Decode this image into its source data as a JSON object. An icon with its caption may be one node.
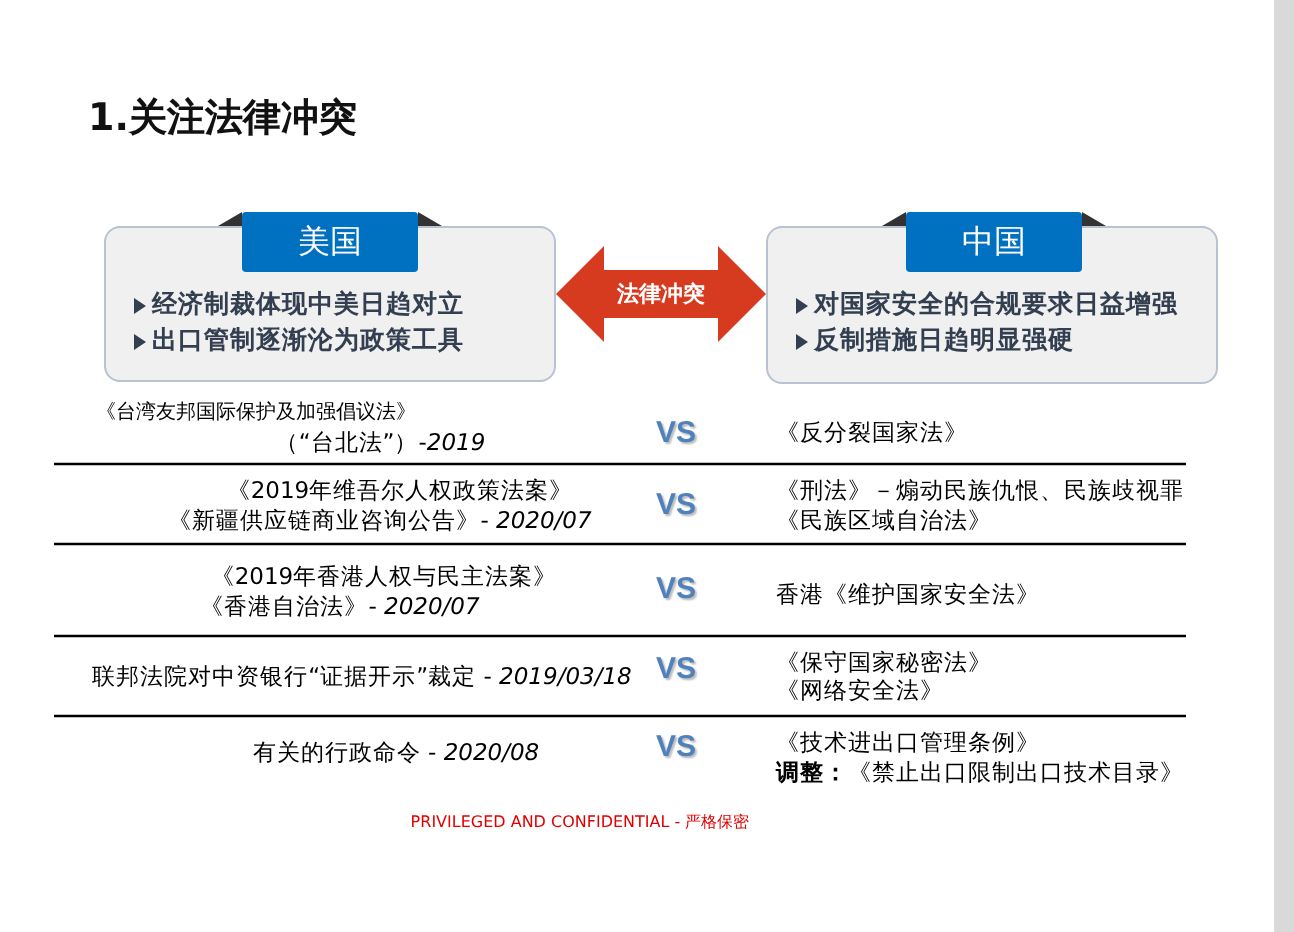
{
  "diagram": {
    "title": "1.关注法律冲突",
    "nodes": [
      {
        "text": [
          "美国",
          "经济制裁体现中美日趋对立",
          "出口管制逐渐沦为政策工具"
        ]
      },
      {
        "text": [
          "中国",
          "对国家安全的合规要求日益增强",
          "反制措施日趋明显强硬"
        ]
      }
    ],
    "edges": [
      {
        "from": 0,
        "to": 1,
        "arrow": "both",
        "label": "法律冲突",
        "style": "thick",
        "color": "#d63b1f"
      }
    ],
    "labels": [
      "《台湾友邦国际保护及加强倡议法》",
      "（“台北法”）-*2019*",
      "VS",
      "《反分裂国家法》",
      "《2019年维吾尔人权政策法案》",
      "《新疆供应链商业咨询公告》- *2020/07*",
      "VS",
      "《刑法》－煽动民族仇恨、民族歧视罪",
      "《民族区域自治法》",
      "《2019年香港人权与民主法案》",
      "《香港自治法》- *2020/07*",
      "VS",
      "香港《维护国家安全法》",
      "联邦法院对中资银行“证据开示”裁定 - *2019/03/18*",
      "VS",
      "《保守国家秘密法》",
      "《网络安全法》",
      "有关的行政命令 - *2020/08*",
      "VS",
      "《技术进出口管理条例》",
      "**调整：**《禁止出口限制出口技术目录》",
      "PRIVILEGED AND CONFIDENTIAL - 严格保密"
    ]
  }
}
